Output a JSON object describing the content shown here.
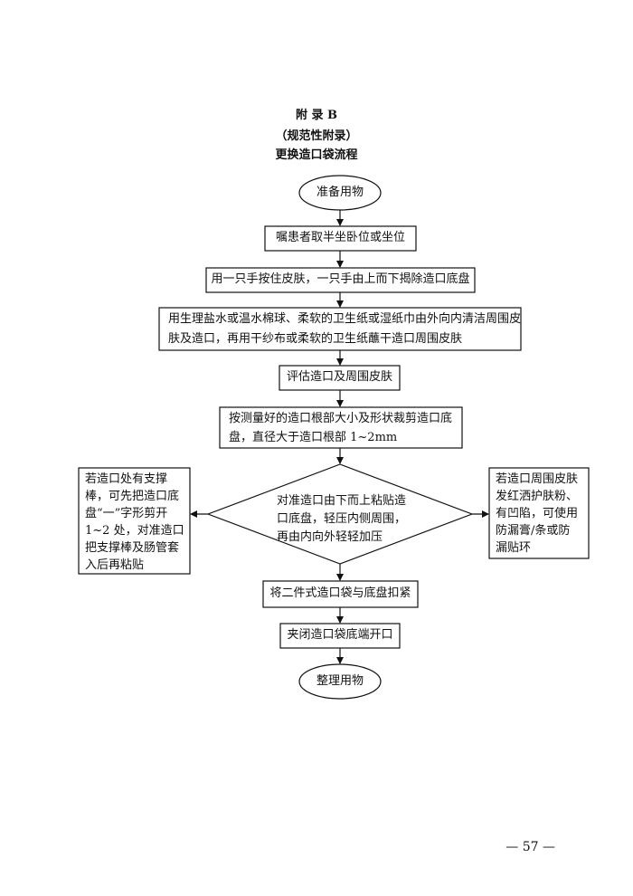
{
  "header": {
    "appendix": "附 录 B",
    "type": "（规范性附录）",
    "title": "更换造口袋流程"
  },
  "nodes": {
    "start": "准备用物",
    "s1": "嘱患者取半坐卧位或坐位",
    "s2": "用一只手按住皮肤，一只手由上而下揭除造口底盘",
    "s3_l1": "用生理盐水或温水棉球、柔软的卫生纸或湿纸巾由外向内清洁周围皮",
    "s3_l2": "肤及造口，再用干纱布或柔软的卫生纸蘸干造口周围皮肤",
    "s4": "评估造口及周围皮肤",
    "s5_l1": "按测量好的造口根部大小及形状裁剪造口底",
    "s5_l2": "盘，直径大于造口根部 1~2mm",
    "decision_l1": "对准造口由下而上粘贴造",
    "decision_l2": "口底盘，轻压内侧周围，",
    "decision_l3": "再由内向外轻轻加压",
    "left_l1": "若造口处有支撑",
    "left_l2": "棒，可先把造口底",
    "left_l3": "盘“一”字形剪开",
    "left_l4": "1~2 处，对准造口",
    "left_l5": "把支撑棒及肠管套",
    "left_l6": "入后再粘贴",
    "right_l1": "若造口周围皮肤",
    "right_l2": "发红洒护肤粉、",
    "right_l3": "有凹陷，可使用",
    "right_l4": "防漏膏/条或防",
    "right_l5": "漏贴环",
    "s6": "将二件式造口袋与底盘扣紧",
    "s7": "夹闭造口袋底端开口",
    "end": "整理用物"
  },
  "footer": {
    "page": "— 57 —"
  }
}
